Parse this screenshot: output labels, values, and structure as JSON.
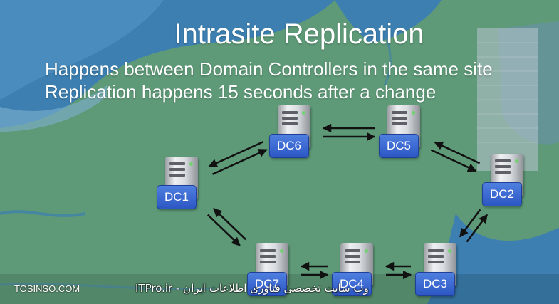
{
  "slide": {
    "title": "Intrasite Replication",
    "bullets": [
      "Happens between Domain Controllers in the same site",
      "Replication happens 15 seconds after a change"
    ]
  },
  "servers": [
    {
      "id": "dc1",
      "label": "DC1"
    },
    {
      "id": "dc2",
      "label": "DC2"
    },
    {
      "id": "dc3",
      "label": "DC3"
    },
    {
      "id": "dc4",
      "label": "DC4"
    },
    {
      "id": "dc5",
      "label": "DC5"
    },
    {
      "id": "dc6",
      "label": "DC6"
    },
    {
      "id": "dc7",
      "label": "DC7"
    }
  ],
  "links": [
    [
      "dc6",
      "dc5"
    ],
    [
      "dc5",
      "dc2"
    ],
    [
      "dc2",
      "dc3"
    ],
    [
      "dc3",
      "dc4"
    ],
    [
      "dc4",
      "dc7"
    ],
    [
      "dc7",
      "dc1"
    ],
    [
      "dc1",
      "dc6"
    ]
  ],
  "footer": {
    "left": "TOSINSO.COM",
    "center": "ITPro.ir - وب سایت تخصصی فناوری اطلاعات ایران"
  },
  "colors": {
    "water": "#3c7fb0",
    "land": "#5e9a78",
    "label": "#2f5fd0",
    "arrow": "#111111"
  }
}
